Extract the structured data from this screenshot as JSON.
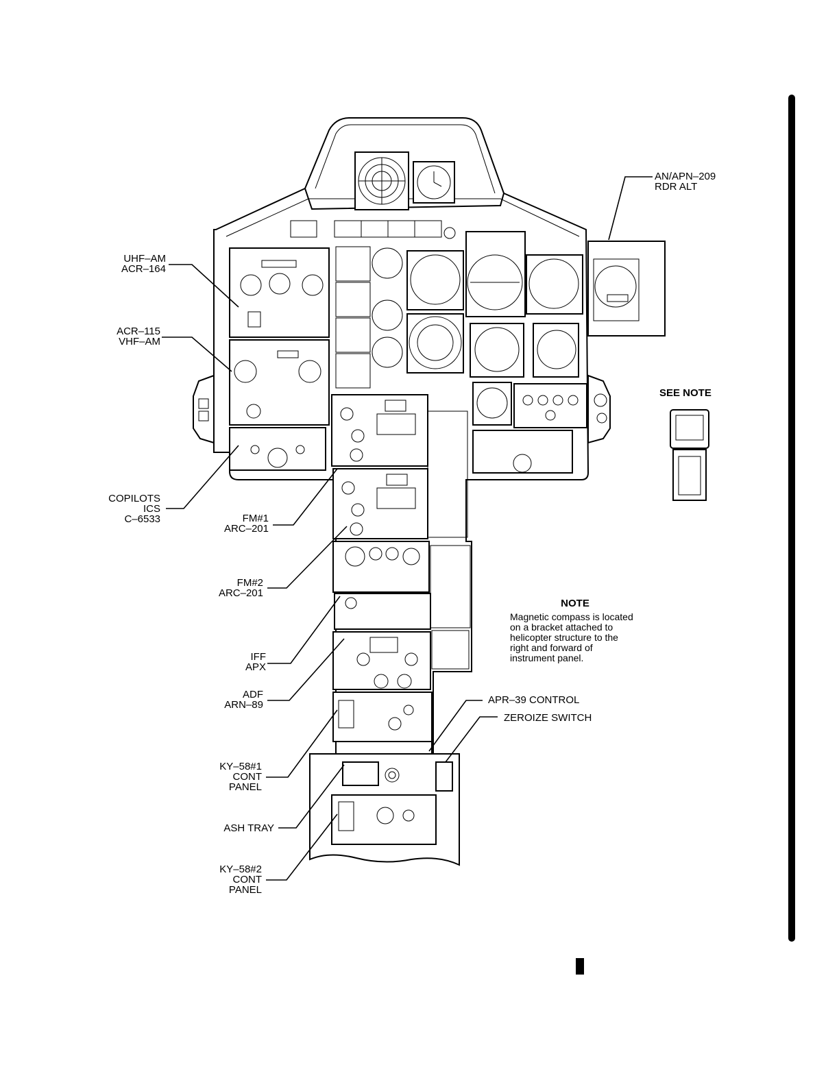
{
  "callouts": {
    "uhf": [
      "UHF–AM",
      "ACR–164"
    ],
    "vhf": [
      "ACR–115",
      "VHF–AM"
    ],
    "ics": [
      "COPILOTS",
      "ICS",
      "C–6533"
    ],
    "fm1": [
      "FM#1",
      "ARC–201"
    ],
    "fm2": [
      "FM#2",
      "ARC–201"
    ],
    "iff": [
      "IFF",
      "APX"
    ],
    "adf": [
      "ADF",
      "ARN–89"
    ],
    "ky1": [
      "KY–58#1",
      "CONT",
      "PANEL"
    ],
    "ash": [
      "ASH TRAY"
    ],
    "ky2": [
      "KY–58#2",
      "CONT",
      "PANEL"
    ],
    "radalt": [
      "AN/APN–209",
      "RDR ALT"
    ],
    "apr39": [
      "APR–39 CONTROL"
    ],
    "zeroize": [
      "ZEROIZE SWITCH"
    ]
  },
  "see_note": "SEE NOTE",
  "note": {
    "title": "NOTE",
    "text": "Magnetic compass is located\non a bracket attached to\nhelicopter structure to the\nright and forward of\ninstrument panel."
  }
}
